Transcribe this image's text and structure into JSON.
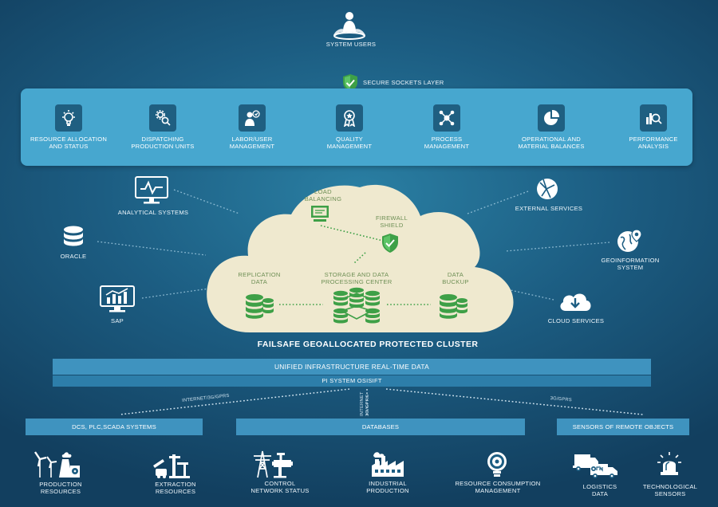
{
  "system_users": {
    "label": "SYSTEM USERS"
  },
  "ssl": {
    "label": "SECURE SOCKETS LAYER"
  },
  "modules": [
    {
      "label_line1": "RESOURCE ALLOCATION",
      "label_line2": "AND STATUS",
      "icon": "lightbulb-icon"
    },
    {
      "label_line1": "DISPATCHING",
      "label_line2": "PRODUCTION UNITS",
      "icon": "gears-search-icon"
    },
    {
      "label_line1": "LABOR/USER",
      "label_line2": "MANAGEMENT",
      "icon": "user-speech-icon"
    },
    {
      "label_line1": "QUALITY",
      "label_line2": "MANAGEMENT",
      "icon": "quality-badge-icon"
    },
    {
      "label_line1": "PROCESS",
      "label_line2": "MANAGEMENT",
      "icon": "network-nodes-icon"
    },
    {
      "label_line1": "OPERATIONAL AND",
      "label_line2": "MATERIAL BALANCES",
      "icon": "pie-chart-icon"
    },
    {
      "label_line1": "PERFORMANCE",
      "label_line2": "ANALYSIS",
      "icon": "chart-magnifier-icon"
    }
  ],
  "left_systems": {
    "analytical": "ANALYTICAL SYSTEMS",
    "oracle": "ORACLE",
    "sap": "SAP"
  },
  "right_systems": {
    "external": "EXTERNAL SERVICES",
    "geo_line1": "GEOINFORMATION",
    "geo_line2": "SYSTEM",
    "cloud": "CLOUD SERVICES"
  },
  "cloud_nodes": {
    "load_line1": "LOAD",
    "load_line2": "BALANCING",
    "firewall_line1": "FIREWALL",
    "firewall_line2": "SHIELD",
    "replication_line1": "REPLICATION",
    "replication_line2": "DATA",
    "storage_line1": "STORAGE AND DATA",
    "storage_line2": "PROCESSING CENTER",
    "backup_line1": "DATA",
    "backup_line2": "BUCKUP"
  },
  "cluster_title": "FAILSAFE GEOALLOCATED PROTECTED CLUSTER",
  "infra_bar": "UNIFIED INFRASTRUCTURE REAL-TIME DATA",
  "pi_bar": "PI SYSTEM OSISIFT",
  "connections": {
    "left": "INTERNET/3G/GPRS",
    "middle_line1": "INTERNET",
    "middle_line2": "3G/GPRS",
    "right": "3G/GPRS"
  },
  "categories": {
    "dcs": "DCS, PLC,SCADA SYSTEMS",
    "databases": "DATABASES",
    "sensors": "SENSORS OF REMOTE OBJECTS"
  },
  "bottom_items": [
    {
      "line1": "PRODUCTION",
      "line2": "RESOURCES",
      "icon": "wind-nuclear-icon"
    },
    {
      "line1": "EXTRACTION",
      "line2": "RESOURCES",
      "icon": "oil-pump-icon"
    },
    {
      "line1": "CONTROL",
      "line2": "NETWORK STATUS",
      "icon": "power-tower-icon"
    },
    {
      "line1": "INDUSTRIAL",
      "line2": "PRODUCTION",
      "icon": "factory-icon"
    },
    {
      "line1": "RESOURCE CONSUMPTION",
      "line2": "MANAGEMENT",
      "icon": "lightbulb-gear-icon"
    },
    {
      "line1": "LOGISTICS",
      "line2": "DATA",
      "icon": "trucks-icon"
    },
    {
      "line1": "TECHNOLOGICAL",
      "line2": "SENSORS",
      "icon": "siren-icon"
    }
  ],
  "colors": {
    "background": "#1c5d82",
    "top_panel": "#47a7cf",
    "module_icon_box": "#1f5f81",
    "cloud_fill": "#efe9cf",
    "cloud_green": "#3ea047",
    "bar_blue": "#3f93bf"
  }
}
